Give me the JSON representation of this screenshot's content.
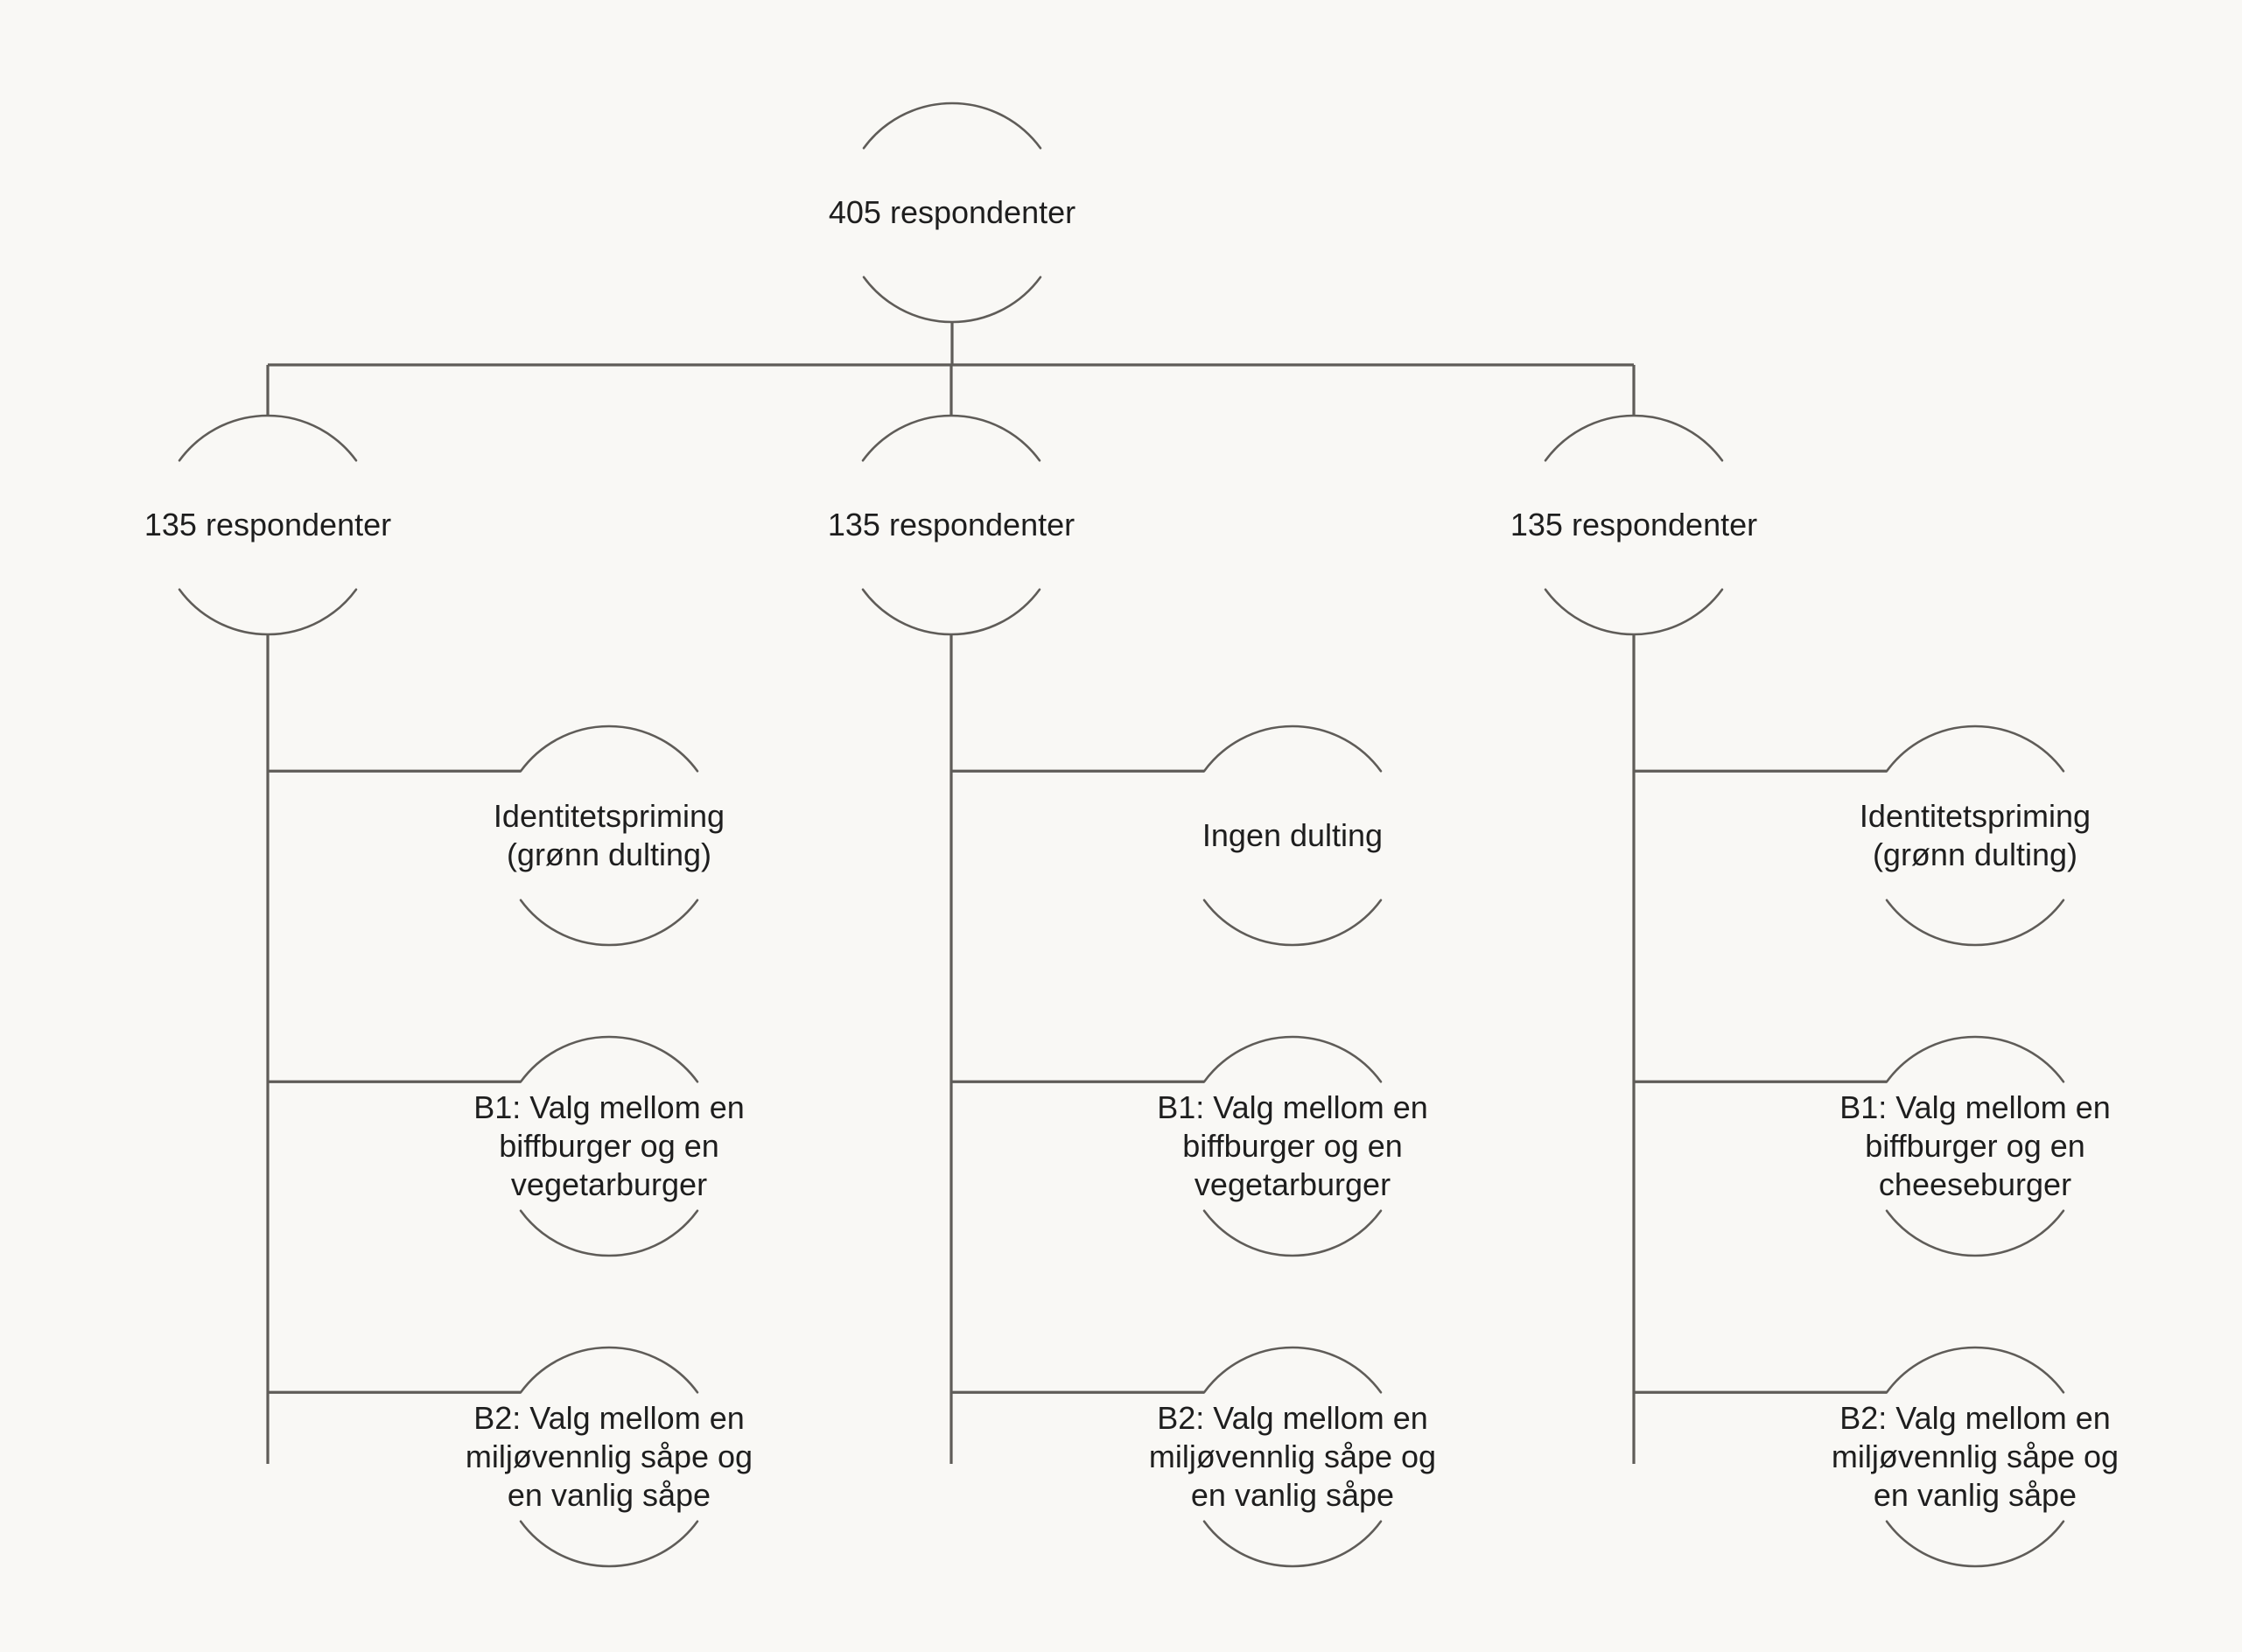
{
  "diagram": {
    "root": {
      "label": "405 respondenter"
    },
    "groups": [
      {
        "label": "135 respondenter",
        "children": [
          {
            "lines": [
              "Identitetspriming",
              "(grønn dulting)"
            ]
          },
          {
            "lines": [
              "B1: Valg mellom en",
              "biffburger og en",
              "vegetarburger"
            ]
          },
          {
            "lines": [
              "B2: Valg mellom en",
              "miljøvennlig såpe og",
              "en vanlig såpe"
            ]
          }
        ]
      },
      {
        "label": "135 respondenter",
        "children": [
          {
            "lines": [
              "Ingen dulting"
            ]
          },
          {
            "lines": [
              "B1: Valg mellom en",
              "biffburger og en",
              "vegetarburger"
            ]
          },
          {
            "lines": [
              "B2: Valg mellom en",
              "miljøvennlig såpe og",
              "en vanlig såpe"
            ]
          }
        ]
      },
      {
        "label": "135 respondenter",
        "children": [
          {
            "lines": [
              "Identitetspriming",
              "(grønn dulting)"
            ]
          },
          {
            "lines": [
              "B1: Valg mellom en",
              "biffburger og en",
              "cheeseburger"
            ]
          },
          {
            "lines": [
              "B2: Valg mellom en",
              "miljøvennlig såpe og",
              "en vanlig såpe"
            ]
          }
        ]
      }
    ],
    "colors": {
      "background": "#f9f8f5",
      "stroke": "#5f5c58",
      "text": "#1e1e1e"
    }
  }
}
